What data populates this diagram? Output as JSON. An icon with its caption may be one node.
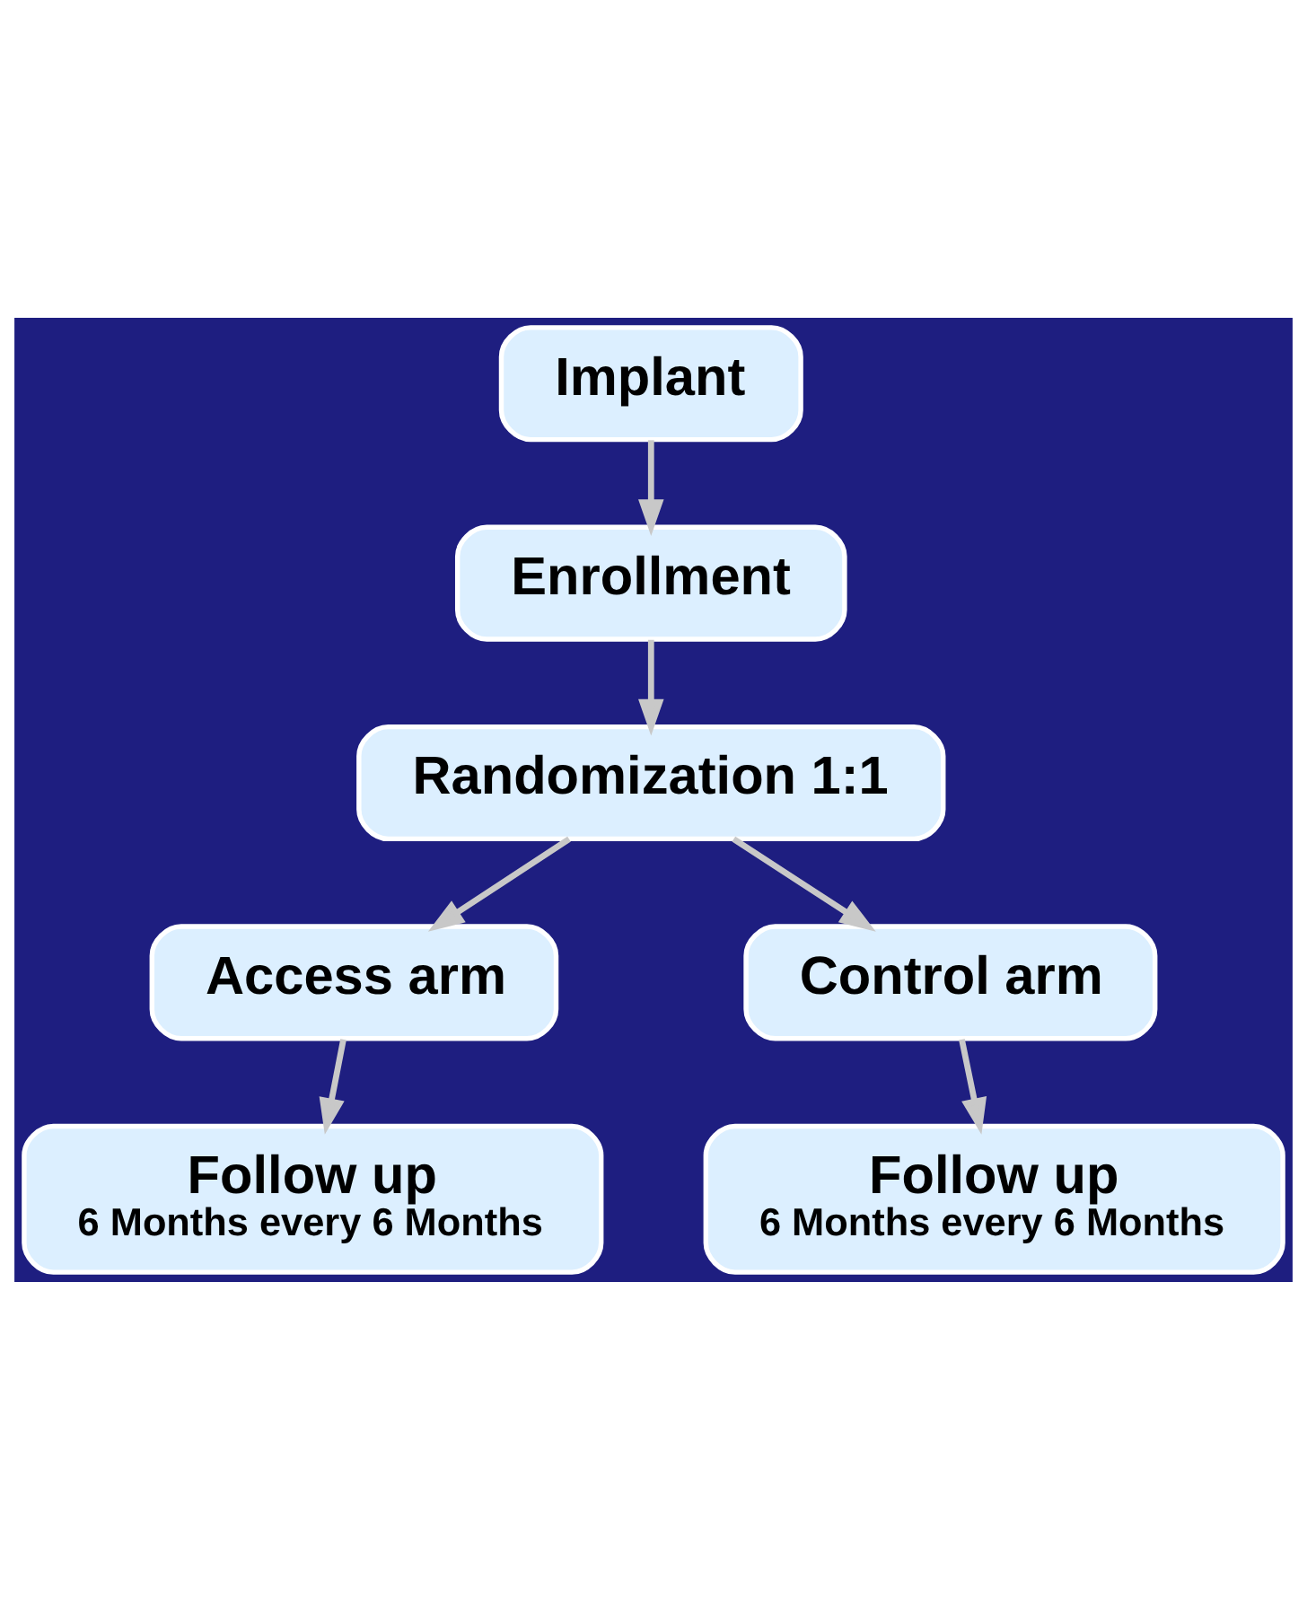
{
  "diagram": {
    "nodes": [
      {
        "text": [
          "Implant"
        ]
      },
      {
        "text": [
          "Enrollment"
        ]
      },
      {
        "text": [
          "Randomization 1:1"
        ]
      },
      {
        "text": [
          "Access arm"
        ]
      },
      {
        "text": [
          "Control arm"
        ]
      },
      {
        "text": [
          "Follow up",
          "6 Months every 6 Months"
        ]
      },
      {
        "text": [
          "Follow up",
          "6 Months every 6 Months"
        ]
      }
    ],
    "edges": [
      {
        "from": 0,
        "to": 1,
        "arrow": "to"
      },
      {
        "from": 1,
        "to": 2,
        "arrow": "to"
      },
      {
        "from": 2,
        "to": 3,
        "arrow": "to"
      },
      {
        "from": 2,
        "to": 4,
        "arrow": "to"
      },
      {
        "from": 3,
        "to": 5,
        "arrow": "to"
      },
      {
        "from": 4,
        "to": 6,
        "arrow": "to"
      }
    ]
  }
}
